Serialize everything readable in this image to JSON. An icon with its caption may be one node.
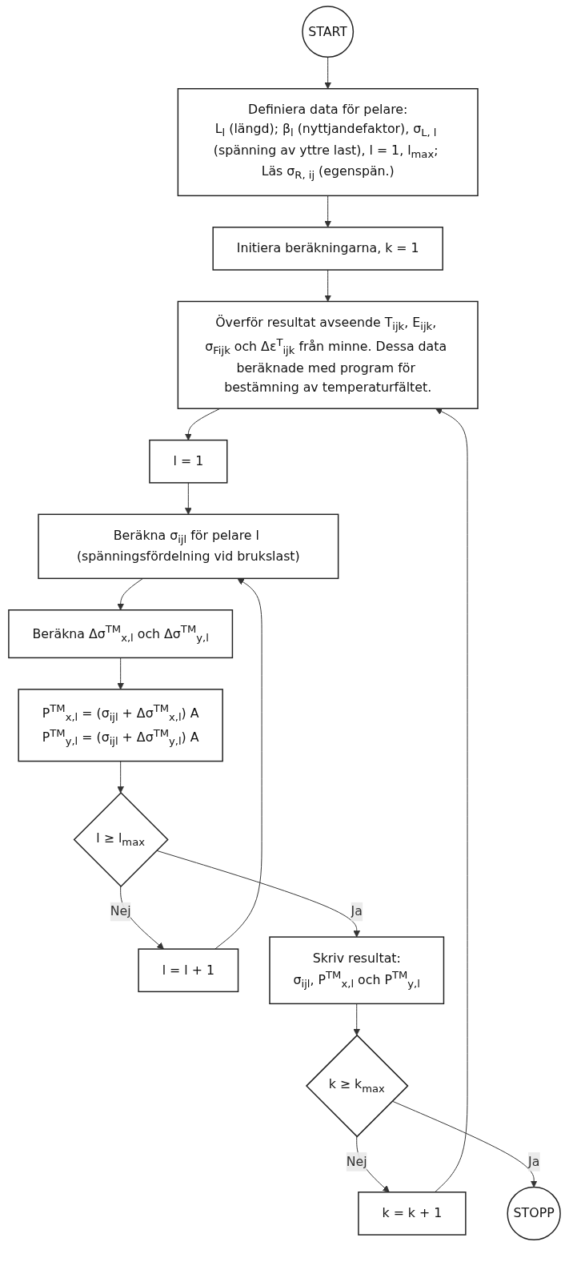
{
  "diagram": {
    "nodes": [
      {
        "text": [
          "START"
        ]
      },
      {
        "text": [
          "Definiera data för pelare:",
          "L$_{l}$ (längd); β$_{l}$ (nyttjandefaktor), σ$_{L, l}$ (spänning av yttre last), l = 1, l$_{max}$; Läs σ$_{R, ij}$ (egenspän.)"
        ]
      },
      {
        "text": [
          "Initiera beräkningarna, k = 1"
        ]
      },
      {
        "text": [
          "Överför resultat avseende T$_{ijk}$, E$_{ijk}$, σ$_{Fijk}$ och Δε$^{T}$$_{ijk}$ från minne. Dessa data beräknade med program för bestämning av temperaturfältet."
        ]
      },
      {
        "text": [
          "l = 1"
        ]
      },
      {
        "text": [
          "Beräkna σ$_{ijl}$ för pelare l (spänningsfördelning vid brukslast)"
        ]
      },
      {
        "text": [
          "Beräkna Δσ$^{TM}$$_{x,l}$ och Δσ$^{TM}$$_{y,l}$"
        ]
      },
      {
        "text": [
          "P$^{TM}$$_{x,l}$ = (σ$_{ijl}$ + Δσ$^{TM}$$_{x,l}$) A",
          "P$^{TM}$$_{y,l}$ = (σ$_{ijl}$ + Δσ$^{TM}$$_{y,l}$) A"
        ]
      },
      {
        "text": [
          "l ≥ l$_{max}$"
        ]
      },
      {
        "text": [
          "l = l + 1"
        ]
      },
      {
        "text": [
          "Skriv resultat:",
          "σ$_{ijl}$, P$^{TM}$$_{x,l}$ och P$^{TM}$$_{y,l}$"
        ]
      },
      {
        "text": [
          "k ≥ k$_{max}$"
        ]
      },
      {
        "text": [
          "k = k + 1"
        ]
      },
      {
        "text": [
          "STOPP"
        ]
      }
    ],
    "edges": [
      {
        "from": 0,
        "to": 1,
        "arrow": "to"
      },
      {
        "from": 1,
        "to": 2,
        "arrow": "to"
      },
      {
        "from": 2,
        "to": 3,
        "arrow": "to"
      },
      {
        "from": 3,
        "to": 4,
        "arrow": "to"
      },
      {
        "from": 4,
        "to": 5,
        "arrow": "to"
      },
      {
        "from": 5,
        "to": 6,
        "arrow": "to"
      },
      {
        "from": 6,
        "to": 7,
        "arrow": "to"
      },
      {
        "from": 7,
        "to": 8,
        "arrow": "to"
      },
      {
        "from": 8,
        "to": 9,
        "label": "Nej",
        "arrow": "to"
      },
      {
        "from": 9,
        "to": 5,
        "arrow": "to"
      },
      {
        "from": 8,
        "to": 10,
        "label": "Ja",
        "arrow": "to"
      },
      {
        "from": 10,
        "to": 11,
        "arrow": "to"
      },
      {
        "from": 11,
        "to": 12,
        "label": "Nej",
        "arrow": "to"
      },
      {
        "from": 12,
        "to": 3,
        "arrow": "to"
      },
      {
        "from": 11,
        "to": 13,
        "label": "Ja",
        "arrow": "to"
      }
    ]
  }
}
